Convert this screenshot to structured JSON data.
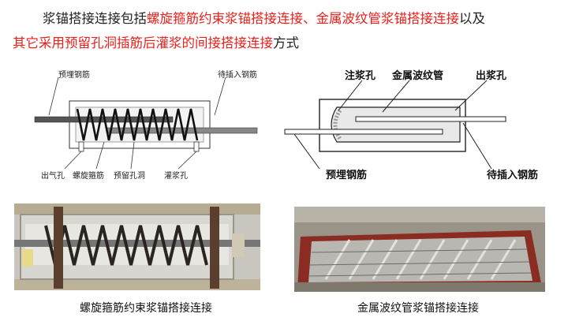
{
  "intro": {
    "line1_prefix": "浆锚搭接连接包括",
    "line1_red1": "螺旋箍筋约束浆锚搭接连接",
    "line1_sep": "、",
    "line1_red2": "金属波纹管浆锚搭接连接",
    "line1_suffix": "以及",
    "line2_red": "其它采用预留孔洞插筋后灌浆的间接搭接连接",
    "line2_suffix": "方式"
  },
  "left_diagram": {
    "labels": {
      "embedded_rebar": "预埋钢筋",
      "insert_rebar": "待插入钢筋",
      "vent_hole": "出气孔",
      "spiral_stirrup": "螺旋箍筋",
      "reserved_hole": "预留孔洞",
      "grout_hole": "灌浆孔"
    }
  },
  "right_diagram": {
    "labels": {
      "grout_inlet": "注浆孔",
      "metal_duct": "金属波纹管",
      "grout_outlet": "出浆孔",
      "embedded_rebar": "预埋钢筋",
      "insert_rebar": "待插入钢筋"
    }
  },
  "captions": {
    "left": "螺旋箍筋约束浆锚搭接连接",
    "right": "金属波纹管浆锚搭接连接"
  }
}
